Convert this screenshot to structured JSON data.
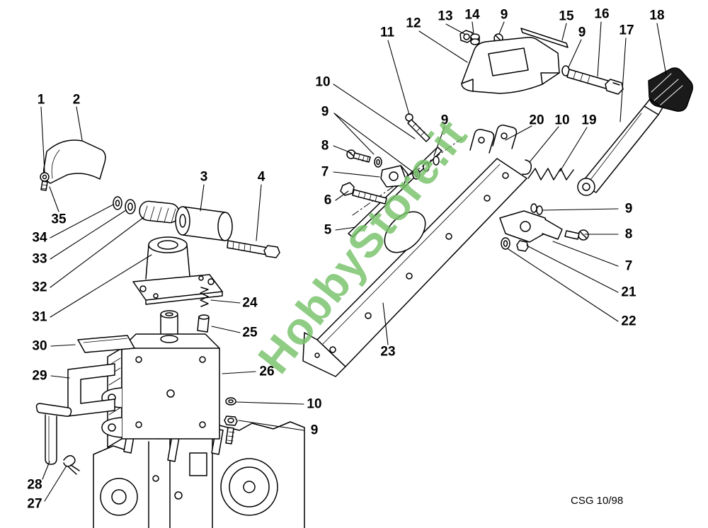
{
  "figure": {
    "watermark": "HobbyStore.it",
    "watermark_color": "#76c169",
    "footer": "CSG 10/98",
    "line_color": "#000000"
  },
  "labels": [
    "1",
    "2",
    "35",
    "34",
    "33",
    "32",
    "31",
    "30",
    "29",
    "28",
    "27",
    "3",
    "4",
    "24",
    "25",
    "26",
    "10",
    "9",
    "10",
    "9",
    "8",
    "7",
    "6",
    "5",
    "11",
    "12",
    "13",
    "14",
    "9",
    "15",
    "16",
    "17",
    "18",
    "9",
    "9",
    "20",
    "10",
    "19",
    "9",
    "8",
    "7",
    "21",
    "22",
    "23"
  ]
}
